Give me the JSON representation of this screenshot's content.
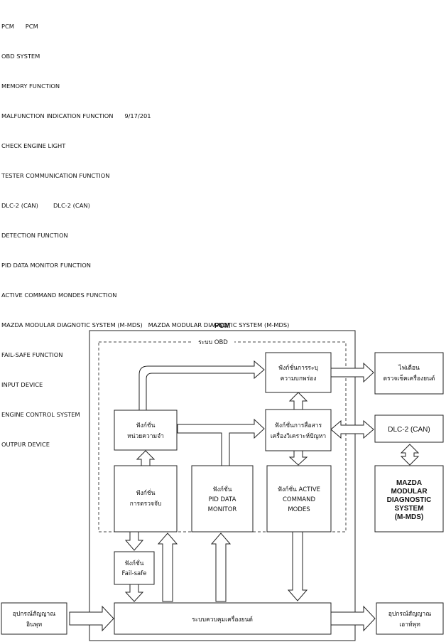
{
  "legend": [
    "PCM      PCM",
    "OBD SYSTEM",
    "MEMORY FUNCTION",
    "MALFUNCTION INDICATION FUNCTION      9/17/201",
    "CHECK ENGINE LIGHT",
    "TESTER COMMUNICATION FUNCTION",
    "DLC-2 (CAN)        DLC-2 (CAN)",
    "DETECTION FUNCTION",
    "PID DATA MONITOR FUNCTION",
    "ACTIVE COMMAND MONDES FUNCTION",
    "MAZDA MODULAR DIAGNOTIC SYSTEM (M-MDS)   MAZDA MODULAR DIAGNOTIC SYSTEM (M-MDS)",
    "FAIL-SAFE FUNCTION",
    "INPUT DEVICE",
    "ENGINE CONTROL SYSTEM",
    "OUTPUR DEVICE"
  ],
  "diagram": {
    "pcm_title": "PCM",
    "obd_title": "ระบบ OBD",
    "malfunction": [
      "ฟังก์ชั่นการระบุ",
      "ความบกพร่อง"
    ],
    "check_engine": [
      "ไฟเตือน",
      "ตรวจเช็คเครื่องยนต์"
    ],
    "memory": [
      "ฟังก์ชั่น",
      "หน่วยความจำ"
    ],
    "tester": [
      "ฟังก์ชั่นการสื่อสาร",
      "เครื่องวิเคราะห์ปัญหา"
    ],
    "dlc": "DLC-2 (CAN)",
    "detection": [
      "ฟังก์ชั่น",
      "การตรวจจับ"
    ],
    "pid": [
      "ฟังก์ชั่น",
      "PID DATA",
      "MONITOR"
    ],
    "active": [
      "ฟังก์ชั่น ACTIVE",
      "COMMAND",
      "MODES"
    ],
    "mmds": [
      "MAZDA",
      "MODULAR",
      "DIAGNOSTIC",
      "SYSTEM",
      "(M-MDS)"
    ],
    "failsafe": [
      "ฟังก์ชั่น",
      "Fail-safe"
    ],
    "input": [
      "อุปกรณ์สัญญาณ",
      "อินพุท"
    ],
    "engine": "ระบบควบคุมเครื่องยนต์",
    "output": [
      "อุปกรณ์สัญญาณ",
      "เอาท์พุท"
    ]
  }
}
